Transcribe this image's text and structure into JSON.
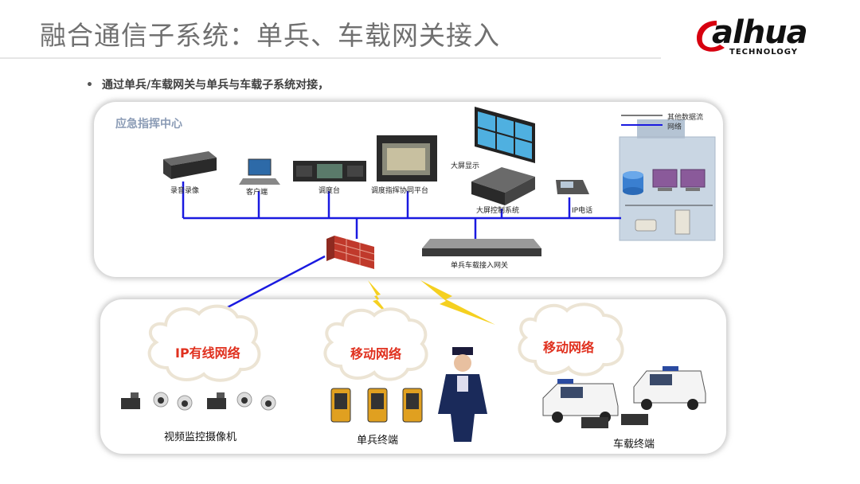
{
  "slide": {
    "title": "融合通信子系统：单兵、车载网关接入",
    "bullet": "通过单兵/车载网关与单兵与车载子系统对接，"
  },
  "logo": {
    "word": "alhua",
    "tagline": "TECHNOLOGY",
    "brand_color": "#d7000f"
  },
  "command_center": {
    "label": "应急指挥中心",
    "devices": {
      "recorder": "录音录像",
      "client": "客户端",
      "dispatch_console": "调度台",
      "dispatch_platform": "调度指挥协同平台",
      "big_screen": "大屏显示",
      "screen_control": "大屏控制系统",
      "ip_phone": "IP电话",
      "gateway": "单兵车载接入网关"
    }
  },
  "legend": {
    "other_data_flow": "其他数据流",
    "network": "网络"
  },
  "networks": {
    "ip_wired": "IP有线网络",
    "mobile_1": "移动网络",
    "mobile_2": "移动网络"
  },
  "terminals": {
    "cameras": "视频监控摄像机",
    "soldier": "单兵终端",
    "vehicle": "车载终端"
  },
  "colors": {
    "network_line": "#1a1ae0",
    "other_line": "#7a7a7a",
    "cloud_fill": "#ffffff",
    "cloud_stroke": "#e8e0d0",
    "cloud_text": "#e0311f",
    "lightning": "#f5d020"
  }
}
